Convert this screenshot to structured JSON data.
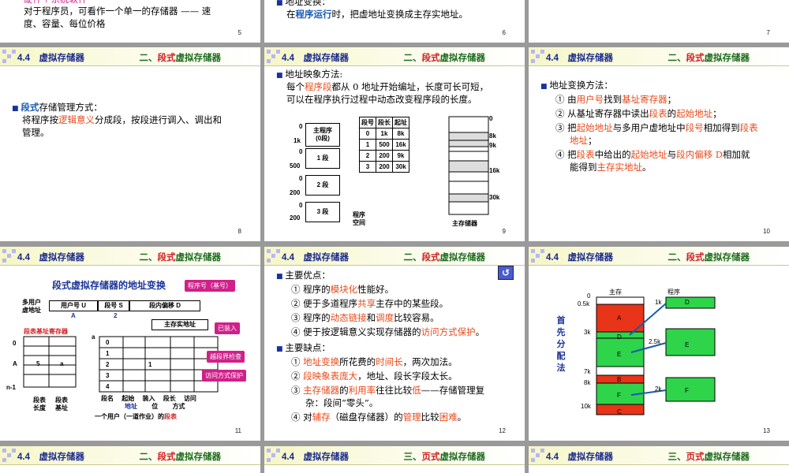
{
  "slides": [
    {
      "num": "5",
      "lines": [
        "硬件＋系统软件",
        "对于程序员，可看作一个单一的存储器 —— 速",
        "度、容量、每位价格"
      ]
    },
    {
      "num": "6",
      "bullet": "地址变换：",
      "line_pre": "在",
      "line_hl": "程序运行",
      "line_post": "时，把虚地址变换成主存实地址。"
    },
    {
      "num": "7"
    },
    {
      "num": "8",
      "section": "4.4　虚拟存储器",
      "title_a": "二、",
      "title_r": "段式",
      "title_b": "虚拟存储器",
      "bullet_r": "段式",
      "bullet_post": "存储管理方式：",
      "l1_pre": "将程序按",
      "l1_hl": "逻辑意义",
      "l1_post": "分成段，按段进行调入、调出和",
      "l2": "管理。"
    },
    {
      "num": "9",
      "section": "4.4　虚拟存储器",
      "title_a": "二、",
      "title_r": "段式",
      "title_b": "虚拟存储器",
      "bullet": "地址映象方法:",
      "l1_pre": "每个",
      "l1_hl": "程序段",
      "l1_post": "都从 0 地址开始编址，长度可长可短，",
      "l2": "可以在程序执行过程中动态改变程序段的长度。",
      "seg_labels": [
        "主程序",
        "(0段)",
        "1 段",
        "2 段",
        "3 段"
      ],
      "ticks": [
        "0",
        "1k",
        "0",
        "500",
        "0",
        "200",
        "0",
        "200"
      ],
      "tbl_head": [
        "段号",
        "段长",
        "起址"
      ],
      "tbl_rows": [
        [
          "0",
          "1k",
          "8k"
        ],
        [
          "1",
          "500",
          "16k"
        ],
        [
          "2",
          "200",
          "9k"
        ],
        [
          "3",
          "200",
          "30k"
        ]
      ],
      "space": "程序",
      "space2": "空间",
      "mem": "主存储器",
      "mem_ticks": [
        "0",
        "8k",
        "9k",
        "16k",
        "30k"
      ]
    },
    {
      "num": "10",
      "section": "4.4　虚拟存储器",
      "title_a": "二、",
      "title_r": "段式",
      "title_b": "虚拟存储器",
      "bullet": "地址变换方法：",
      "items": [
        [
          "① 由",
          "用户号",
          "找到",
          "基址寄存器",
          "；"
        ],
        [
          "② 从基址寄存器中读出",
          "段表",
          "的",
          "起始地址",
          "；"
        ],
        [
          "③ 把",
          "起始地址",
          "与多用户虚地址中",
          "段号",
          "相加得到",
          "段表"
        ],
        [
          "",
          "地址",
          "；"
        ],
        [
          "④ 把",
          "段表",
          "中给出的",
          "起始地址",
          "与",
          "段内偏移 D",
          "相加就"
        ],
        [
          "能得到",
          "主存实地址",
          "。"
        ]
      ]
    },
    {
      "num": "11",
      "section": "4.4　虚拟存储器",
      "title_a": "二、",
      "title_r": "段式",
      "title_b": "虚拟存储器",
      "heading": "段式虚拟存储器的地址变换",
      "tag1": "程序号（基号）",
      "tag2": "已装入",
      "tag3": "越段界检查",
      "tag4": "访问方式保护",
      "va": "多用户",
      "va2": "虚地址",
      "f1": "用户号 U",
      "f2": "段号 S",
      "f3": "段内偏移 D",
      "lblA": "A",
      "lbl2": "2",
      "reg": "段表基址寄存器",
      "real": "主存实地址",
      "r0": "0",
      "rA": "A",
      "r5": "5",
      "ra": "a",
      "rn": "n-1",
      "st": [
        "0",
        "1",
        "2",
        "3",
        "4"
      ],
      "ta": "a",
      "t1": "1",
      "cols": [
        "段名",
        "起始",
        "装入",
        "段长",
        "访问"
      ],
      "cols2": [
        "",
        "地址",
        "位",
        "",
        "方式"
      ],
      "c_len": "段表",
      "c_len2": "长度",
      "c_base": "段表",
      "c_base2": "基址",
      "foot_pre": "一个用户（一道作业）的",
      "foot_hl": "段表"
    },
    {
      "num": "12",
      "section": "4.4　虚拟存储器",
      "title_a": "二、",
      "title_r": "段式",
      "title_b": "虚拟存储器",
      "adv": "主要优点：",
      "cons": "主要缺点：",
      "a": [
        [
          "① 程序的",
          "模块化",
          "性能好。"
        ],
        [
          "② 便于多道程序",
          "共享",
          "主存中的某些段。"
        ],
        [
          "③ 程序的",
          "动态链接",
          "和",
          "调度",
          "比较容易。"
        ],
        [
          "④ 便于按逻辑意义实现存储器的",
          "访问方式保护",
          "。"
        ]
      ],
      "c": [
        [
          "① ",
          "地址变换",
          "所花费的",
          "时间长",
          "，两次加法。"
        ],
        [
          "② ",
          "段映象表庞大",
          "，地址、段长字段太长。"
        ],
        [
          "③ ",
          "主存储器",
          "的",
          "利用率",
          "往往比较",
          "低",
          "——存储管理复"
        ],
        [
          "杂：段间“零头”。"
        ],
        [
          "④ 对",
          "辅存",
          "（磁盘存储器）的",
          "管理",
          "比较",
          "困难",
          "。"
        ]
      ]
    },
    {
      "num": "13",
      "section": "4.4　虚拟存储器",
      "title_a": "二、",
      "title_r": "段式",
      "title_b": "虚拟存储器",
      "side": [
        "首",
        "先",
        "分",
        "配",
        "法"
      ],
      "main": "主存",
      "prog": "程序",
      "ticks": [
        "0",
        "0.5k",
        "3k",
        "7k",
        "8k",
        "10k"
      ],
      "blocks": [
        "A",
        "D",
        "E",
        "B",
        "F",
        "C"
      ],
      "p_ticks": [
        "1k",
        "2.5k",
        "2k"
      ],
      "p_blocks": [
        "D",
        "E",
        "F"
      ]
    },
    {
      "section": "4.4　虚拟存储器",
      "title_a": "二、",
      "title_r": "段式",
      "title_b": "虚拟存储器"
    },
    {
      "section": "4.4　虚拟存储器",
      "title_a": "三、",
      "title_r": "页式",
      "title_b": "虚拟存储器"
    },
    {
      "section": "4.4　虚拟存储器",
      "title_a": "三、",
      "title_r": "页式",
      "title_b": "虚拟存储器"
    }
  ],
  "colors": {
    "orange": "#e84a1a",
    "blue": "#1a5ab0",
    "red_block": "#e83418",
    "green_block": "#2ed44a",
    "tag": "#d0208a"
  }
}
